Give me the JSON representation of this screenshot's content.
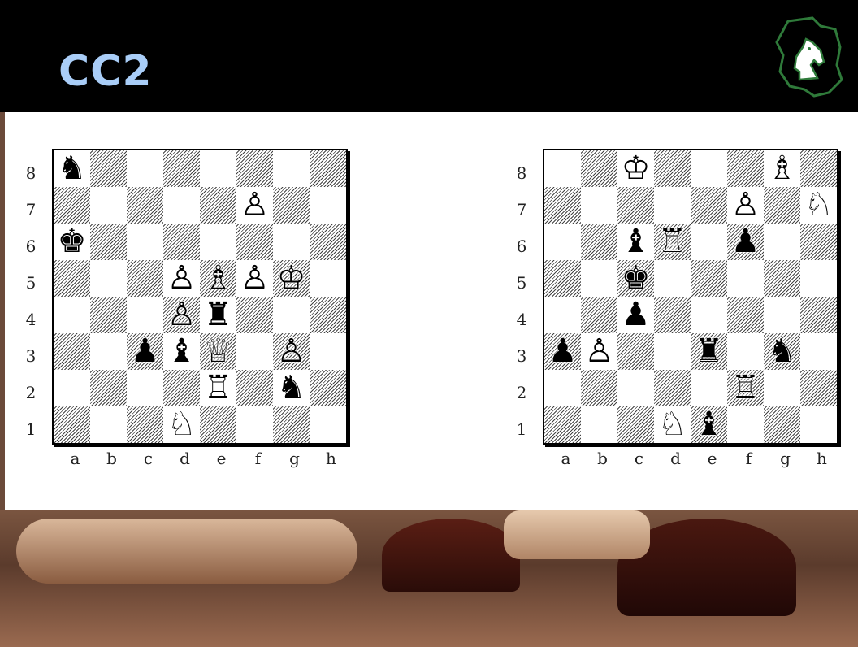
{
  "slide": {
    "title": "CC2",
    "logo_icon": "knight-shield-logo-icon"
  },
  "files": [
    "a",
    "b",
    "c",
    "d",
    "e",
    "f",
    "g",
    "h"
  ],
  "ranks": [
    "8",
    "7",
    "6",
    "5",
    "4",
    "3",
    "2",
    "1"
  ],
  "boards": [
    {
      "name": "left",
      "pieces": [
        {
          "square": "a8",
          "glyph": "♞",
          "color": "black"
        },
        {
          "square": "f7",
          "glyph": "♙",
          "color": "white"
        },
        {
          "square": "a6",
          "glyph": "♚",
          "color": "black"
        },
        {
          "square": "d5",
          "glyph": "♙",
          "color": "white"
        },
        {
          "square": "e5",
          "glyph": "♗",
          "color": "white"
        },
        {
          "square": "f5",
          "glyph": "♙",
          "color": "white"
        },
        {
          "square": "g5",
          "glyph": "♔",
          "color": "white"
        },
        {
          "square": "d4",
          "glyph": "♙",
          "color": "white"
        },
        {
          "square": "e4",
          "glyph": "♜",
          "color": "black"
        },
        {
          "square": "c3",
          "glyph": "♟",
          "color": "black"
        },
        {
          "square": "d3",
          "glyph": "♝",
          "color": "black"
        },
        {
          "square": "e3",
          "glyph": "♕",
          "color": "white"
        },
        {
          "square": "g3",
          "glyph": "♙",
          "color": "white"
        },
        {
          "square": "e2",
          "glyph": "♖",
          "color": "white"
        },
        {
          "square": "g2",
          "glyph": "♞",
          "color": "black"
        },
        {
          "square": "d1",
          "glyph": "♘",
          "color": "white"
        }
      ]
    },
    {
      "name": "right",
      "pieces": [
        {
          "square": "c8",
          "glyph": "♔",
          "color": "white"
        },
        {
          "square": "g8",
          "glyph": "♗",
          "color": "white"
        },
        {
          "square": "f7",
          "glyph": "♙",
          "color": "white"
        },
        {
          "square": "h7",
          "glyph": "♘",
          "color": "white"
        },
        {
          "square": "c6",
          "glyph": "♝",
          "color": "black"
        },
        {
          "square": "d6",
          "glyph": "♖",
          "color": "white"
        },
        {
          "square": "f6",
          "glyph": "♟",
          "color": "black"
        },
        {
          "square": "c5",
          "glyph": "♚",
          "color": "black"
        },
        {
          "square": "c4",
          "glyph": "♟",
          "color": "black"
        },
        {
          "square": "a3",
          "glyph": "♟",
          "color": "black"
        },
        {
          "square": "b3",
          "glyph": "♙",
          "color": "white"
        },
        {
          "square": "e3",
          "glyph": "♜",
          "color": "black"
        },
        {
          "square": "g3",
          "glyph": "♞",
          "color": "black"
        },
        {
          "square": "f2",
          "glyph": "♖",
          "color": "white"
        },
        {
          "square": "d1",
          "glyph": "♘",
          "color": "white"
        },
        {
          "square": "e1",
          "glyph": "♝",
          "color": "black"
        }
      ]
    }
  ],
  "colors": {
    "title": "#a9cdf7",
    "header": "#000000",
    "logo_green": "#2f7a3a"
  }
}
